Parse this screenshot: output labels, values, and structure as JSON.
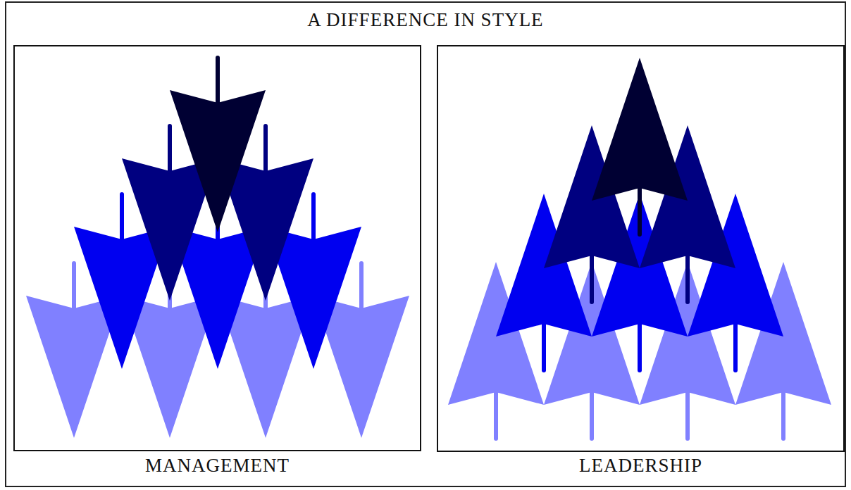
{
  "diagram": {
    "title": "A DIFFERENCE IN STYLE",
    "nodes": [
      {
        "text": [
          "MANAGEMENT"
        ]
      },
      {
        "text": [
          "LEADERSHIP"
        ]
      }
    ]
  }
}
